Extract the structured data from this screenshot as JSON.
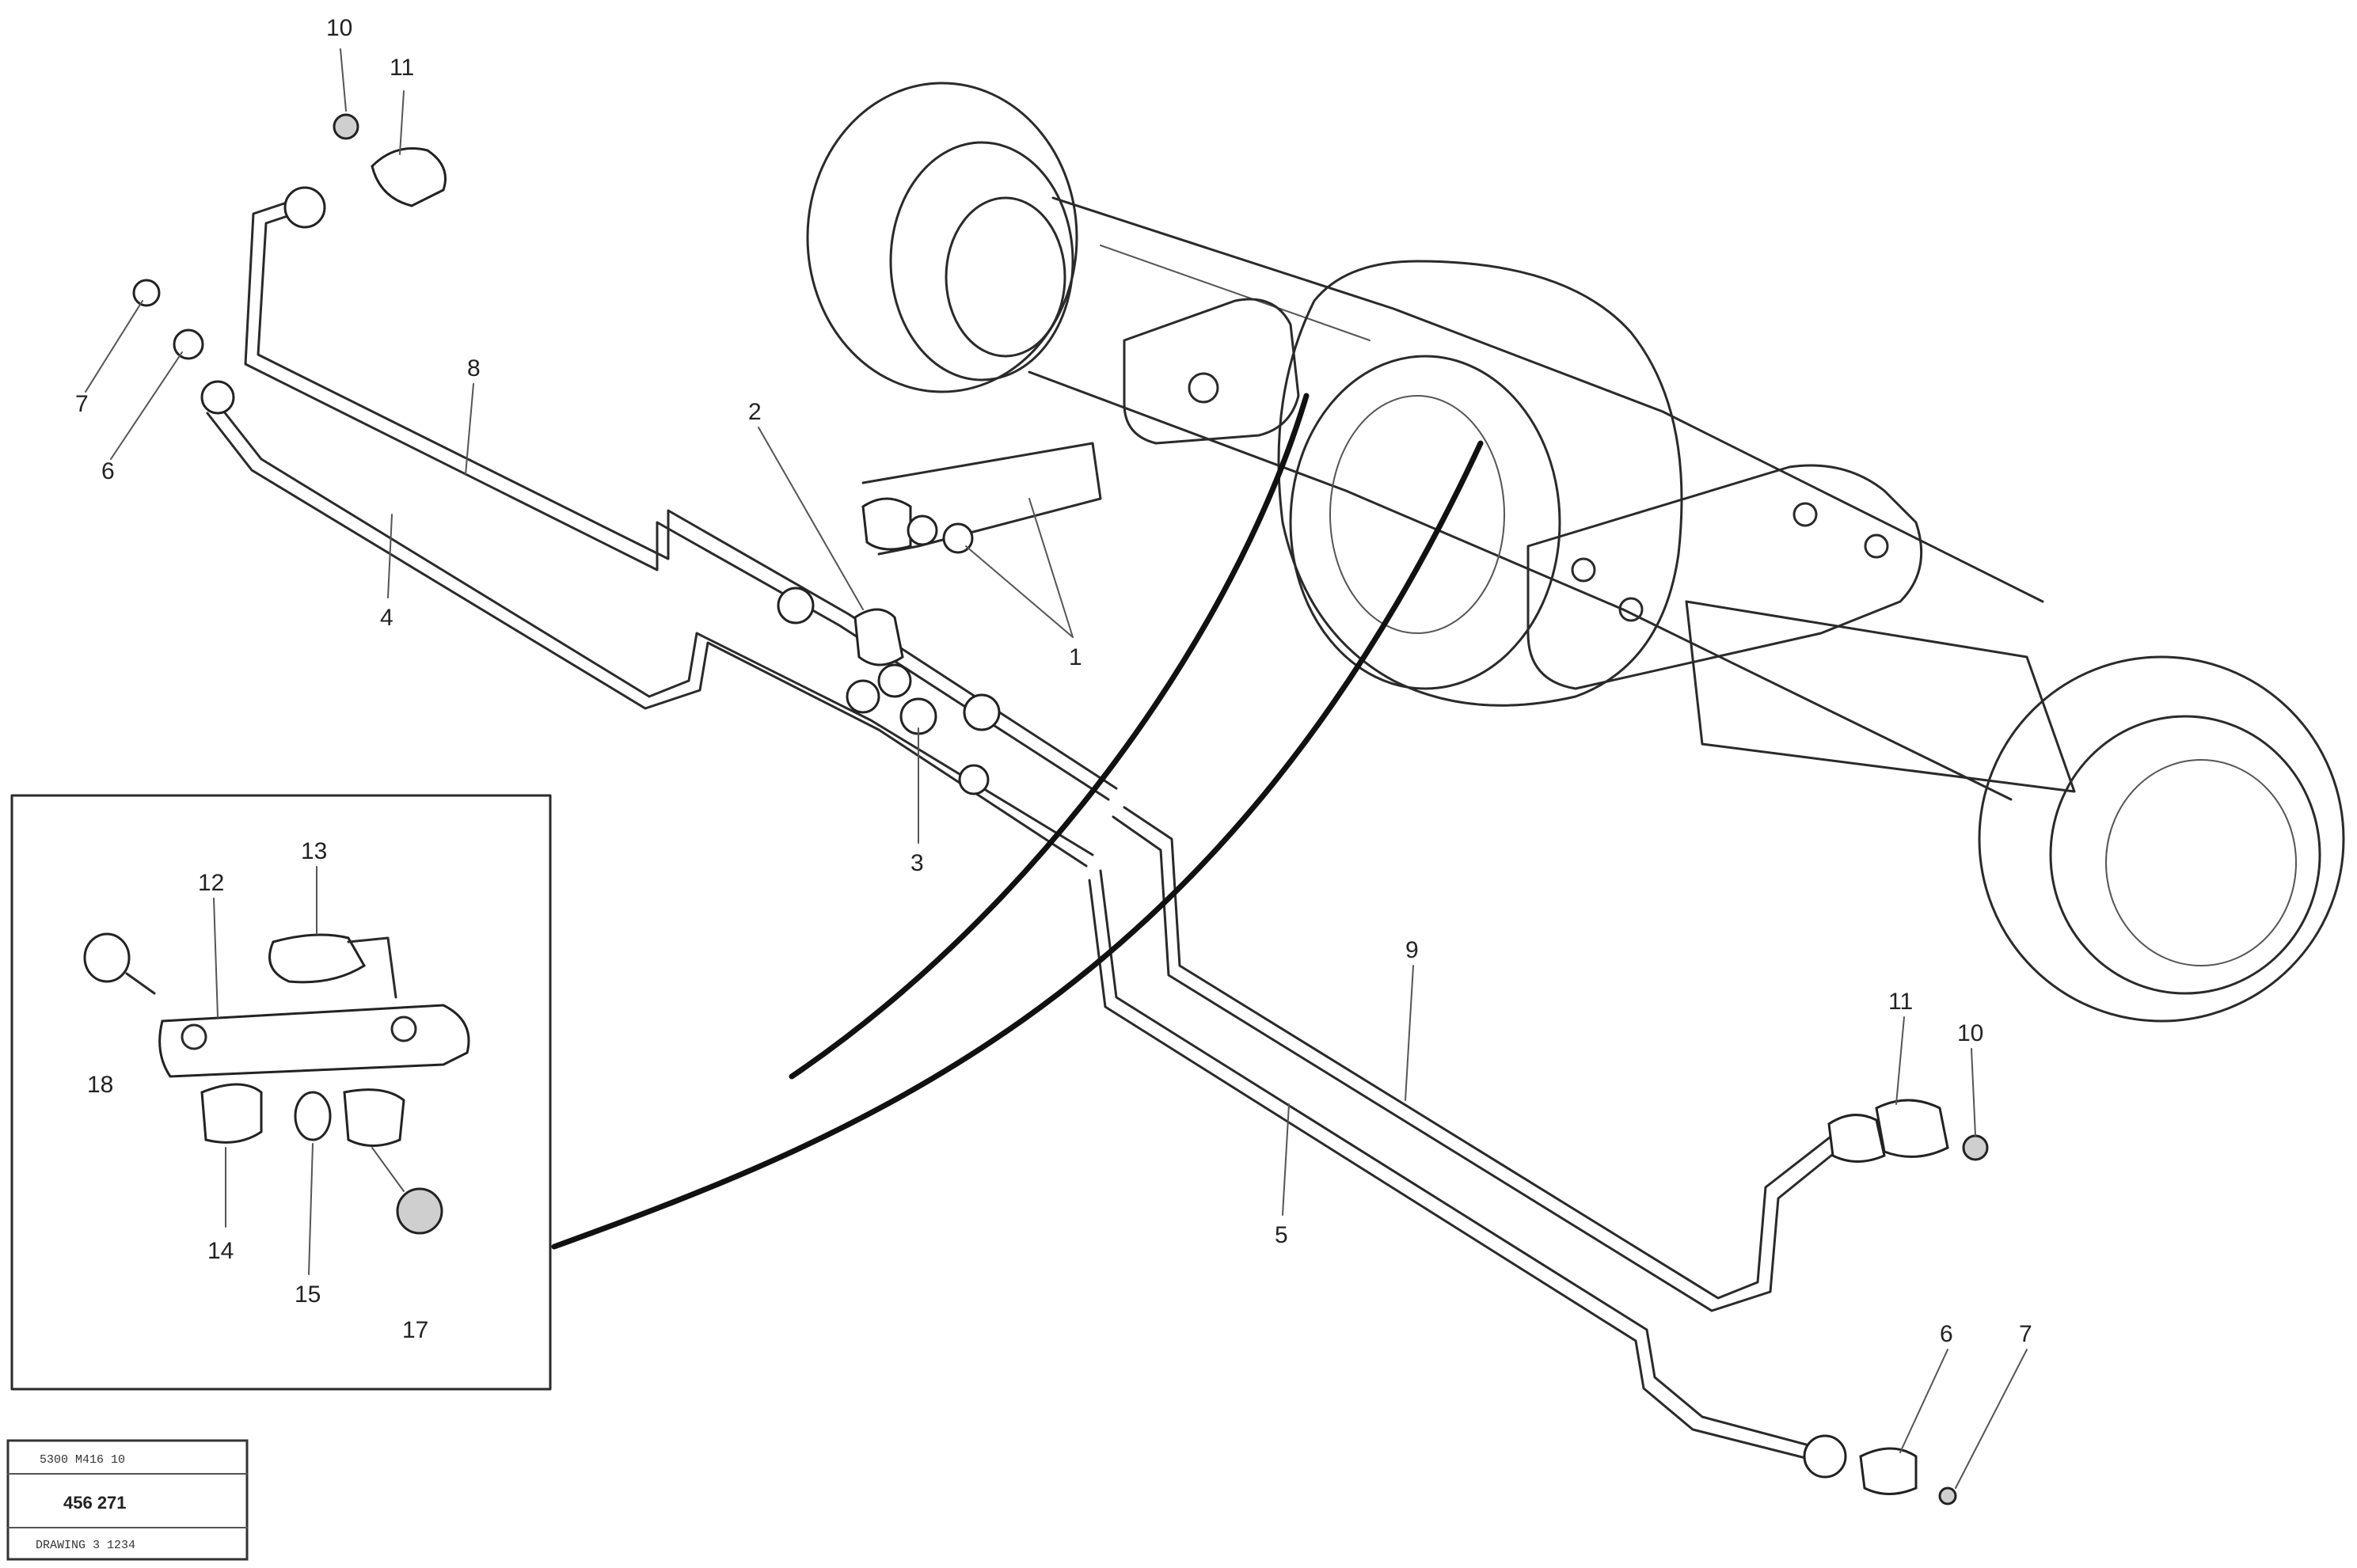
{
  "callouts": {
    "c1": "10",
    "c2": "11",
    "c3": "7",
    "c4": "6",
    "c5": "8",
    "c6": "4",
    "c7": "2",
    "c8": "1",
    "c9": "3",
    "c10": "9",
    "c11": "5",
    "c12": "11",
    "c13": "10",
    "c14": "6",
    "c15": "7"
  },
  "inset_callouts": {
    "i1": "13",
    "i2": "12",
    "i3": "18",
    "i4": "14",
    "i5": "15",
    "i6": "17"
  },
  "stamp": {
    "top_line": "5300 M416 10",
    "number": "456 271",
    "bottom_line": "DRAWING 3 1234"
  }
}
